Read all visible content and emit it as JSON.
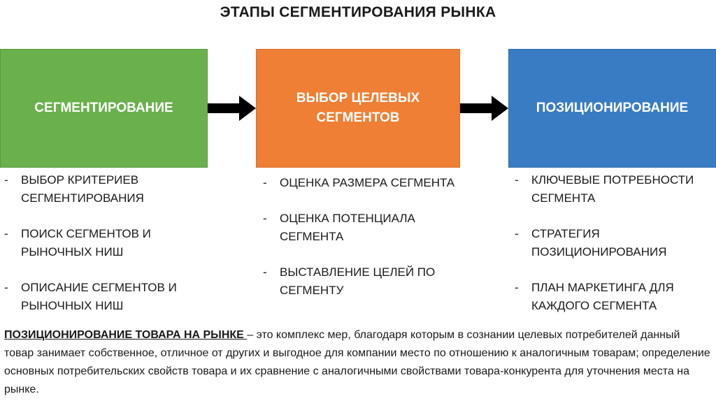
{
  "title": "ЭТАПЫ СЕГМЕНТИРОВАНИЯ РЫНКА",
  "colors": {
    "stage1": "#6ab04c",
    "stage2": "#ef7f35",
    "stage3": "#3a7cc4",
    "arrow": "#000000"
  },
  "stages": [
    {
      "label": "СЕГМЕНТИРОВАНИЕ",
      "items": [
        "ВЫБОР КРИТЕРИЕВ СЕГМЕНТИРОВАНИЯ",
        "ПОИСК СЕГМЕНТОВ И РЫНОЧНЫХ НИШ",
        "ОПИСАНИЕ СЕГМЕНТОВ И РЫНОЧНЫХ НИШ"
      ]
    },
    {
      "label": "ВЫБОР ЦЕЛЕВЫХ СЕГМЕНТОВ",
      "items": [
        "ОЦЕНКА РАЗМЕРА СЕГМЕНТА",
        "ОЦЕНКА ПОТЕНЦИАЛА СЕГМЕНТА",
        "ВЫСТАВЛЕНИЕ ЦЕЛЕЙ ПО СЕГМЕНТУ"
      ]
    },
    {
      "label": "ПОЗИЦИОНИРОВАНИЕ",
      "items": [
        "КЛЮЧЕВЫЕ ПОТРЕБНОСТИ СЕГМЕНТА",
        "СТРАТЕГИЯ ПОЗИЦИОНИРОВАНИЯ",
        "ПЛАН МАРКЕТИНГА ДЛЯ КАЖДОГО СЕГМЕНТА"
      ]
    }
  ],
  "bullet_marker": "-",
  "definition": {
    "term": "ПОЗИЦИОНИРОВАНИЕ ТОВАРА НА РЫНКЕ ",
    "text": " – это комплекс мер, благодаря которым в сознании целевых потребителей данный товар занимает собственное, отличное от других и выгодное для компании место по отношению к аналогичным товарам; определение основных потребительских свойств товара и их сравнение с аналогичными свойствами товара-конкурента для уточнения места на рынке."
  }
}
